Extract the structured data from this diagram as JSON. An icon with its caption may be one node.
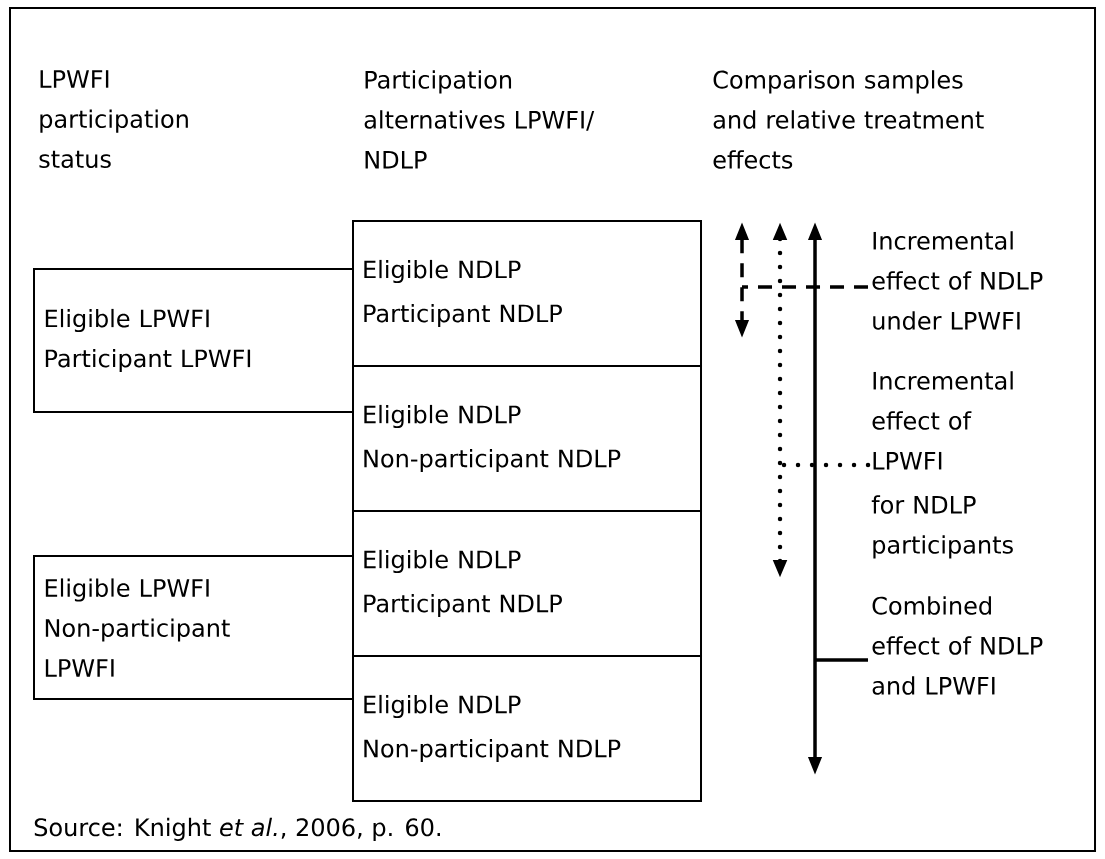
{
  "diagram": {
    "caption": "Source: Knight *et al.*, 2006, p. 60.",
    "nodes": [
      {
        "text": [
          "Eligible LPWFI",
          "Participant LPWFI"
        ]
      },
      {
        "text": [
          "Eligible LPWFI",
          "Non-participant LPWFI"
        ]
      },
      {
        "text": [
          "Eligible NDLP",
          "Participant NDLP"
        ]
      },
      {
        "text": [
          "Eligible NDLP",
          "Non-participant NDLP"
        ]
      },
      {
        "text": [
          "Eligible NDLP",
          "Participant NDLP"
        ]
      },
      {
        "text": [
          "Eligible NDLP",
          "Non-participant NDLP"
        ]
      },
      {
        "text": [
          "Incremental effect of NDLP under LPWFI"
        ]
      },
      {
        "text": [
          "Incremental effect of LPWFI",
          "for NDLP participants"
        ]
      },
      {
        "text": [
          "Combined effect of NDLP and LPWFI"
        ]
      }
    ],
    "edges": [
      {
        "from": 6,
        "to": null,
        "arrow": "none",
        "style": "dashed"
      },
      {
        "from": 7,
        "to": null,
        "arrow": "none",
        "style": "dashed"
      },
      {
        "from": 8,
        "to": null,
        "arrow": "none"
      }
    ],
    "labels": [
      "LPWFI participation status",
      "Participation alternatives LPWFI/ NDLP",
      "Comparison samples and relative treatment effects"
    ]
  }
}
